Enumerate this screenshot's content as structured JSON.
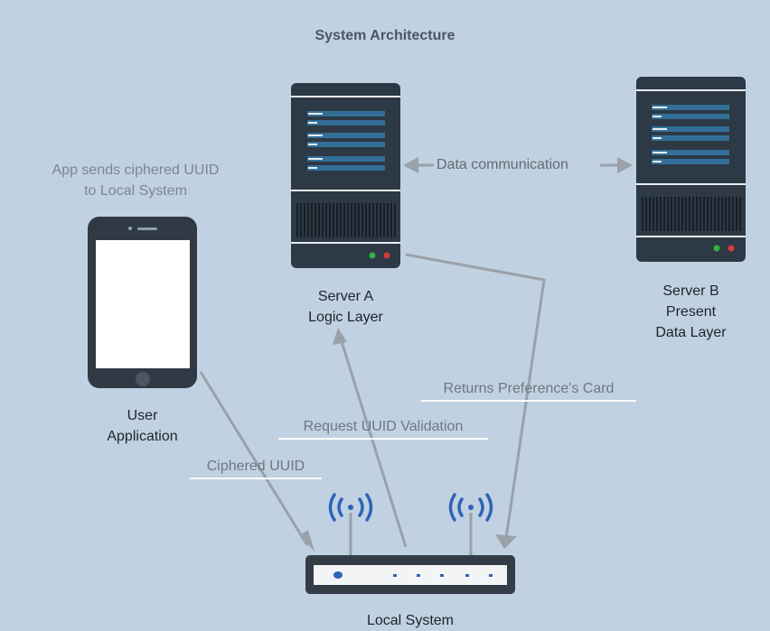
{
  "title": "System Architecture",
  "phone": {
    "caption_line1": "App sends ciphered UUID",
    "caption_line2": "to Local System",
    "label_line1": "User",
    "label_line2": "Application"
  },
  "server_a": {
    "label_line1": "Server A",
    "label_line2": "Logic Layer"
  },
  "server_b": {
    "label_line1": "Server B",
    "label_line2": "Present",
    "label_line3": "Data Layer"
  },
  "local_system": {
    "label": "Local System"
  },
  "edges": {
    "data_communication": "Data communication",
    "returns_card": "Returns Preference's Card",
    "request_validation": "Request UUID Validation",
    "ciphered_uuid": "Ciphered UUID"
  },
  "colors": {
    "background": "#c0d1e2",
    "server_body": "#2d3944",
    "server_slot": "#336f98",
    "arrow": "#9aa1a8",
    "wifi": "#2f63b8",
    "led_green": "#2fb34b",
    "led_red": "#d63a3a"
  }
}
